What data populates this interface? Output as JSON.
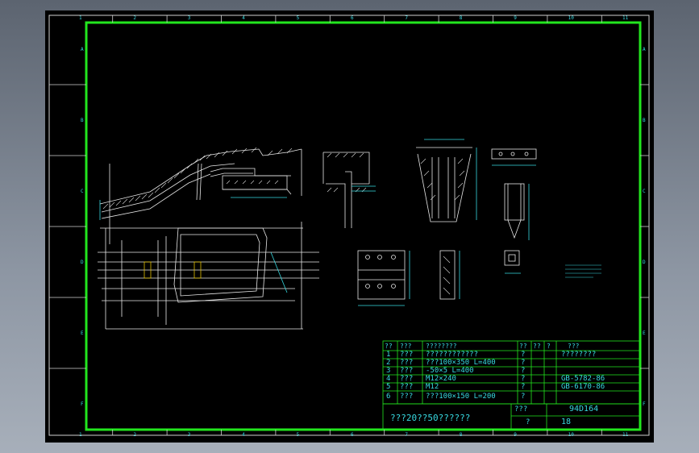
{
  "frame": {
    "column_labels": [
      "1",
      "2",
      "3",
      "4",
      "5",
      "6",
      "7",
      "8",
      "9",
      "10",
      "11"
    ],
    "row_labels": [
      "A",
      "B",
      "C",
      "D",
      "E",
      "F"
    ]
  },
  "parts_table": {
    "headers": [
      "??",
      "???",
      "????????",
      "??",
      "??",
      "?",
      "???"
    ],
    "rows": [
      {
        "no": "1",
        "code": "???",
        "spec": "????????????",
        "qty": "?",
        "note": "????????"
      },
      {
        "no": "2",
        "code": "???",
        "spec": "???100×350  L=400",
        "qty": "?",
        "note": ""
      },
      {
        "no": "3",
        "code": "???",
        "spec": "-50×5   L=400",
        "qty": "?",
        "note": ""
      },
      {
        "no": "4",
        "code": "???",
        "spec": "M12×240",
        "qty": "?",
        "note": "GB-5782-86"
      },
      {
        "no": "5",
        "code": "???",
        "spec": "M12",
        "qty": "?",
        "note": "GB-6170-86"
      },
      {
        "no": "6",
        "code": "???",
        "spec": "???100×150   L=200",
        "qty": "?",
        "note": ""
      }
    ]
  },
  "title_block": {
    "title": "???20??50??????",
    "drawing_no_label": "???",
    "drawing_no": "94D164",
    "page_label": "?",
    "page": "18"
  },
  "colors": {
    "frame_green": "#22e61e",
    "text_cyan": "#37d9e0",
    "line_white": "#e8e8e8",
    "hatch": "#d8d8d8"
  }
}
